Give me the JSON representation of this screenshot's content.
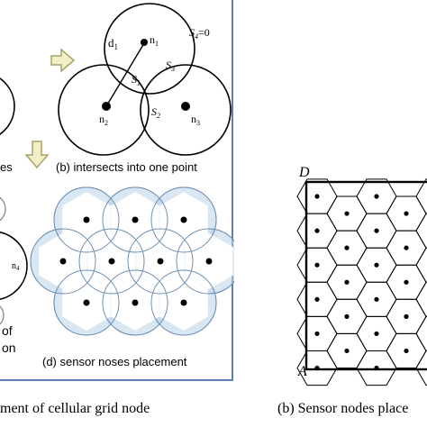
{
  "left_figure": {
    "panel_a_label_fragment": "es",
    "panel_b_caption": "(b) intersects into one point",
    "panel_c_label_fragment_1": "of",
    "panel_c_label_fragment_2": "on",
    "panel_d_caption": "(d) sensor noses placement",
    "labels": {
      "d1": "d",
      "d1_sub": "1",
      "n1": "n",
      "n1_sub": "1",
      "n2": "n",
      "n2_sub": "2",
      "n3": "n",
      "n3_sub": "3",
      "n4": "n",
      "n4_sub": "4",
      "s1": "S",
      "s1_sub": "1",
      "s2": "S",
      "s2_sub": "2",
      "s3": "S",
      "s3_sub": "3",
      "s4": "S",
      "s4_sub": "4",
      "s4_eq": "=0"
    },
    "caption": "ment of cellular grid node"
  },
  "right_figure": {
    "corner_top": "D",
    "corner_bottom": "A",
    "caption": "(b) Sensor nodes place"
  },
  "colors": {
    "frame": "#5b7fb2",
    "overlap_fill": "#b9d3ea",
    "arrow_fill": "#f2efc6",
    "arrow_stroke": "#a8a26a",
    "ink": "#000000"
  }
}
